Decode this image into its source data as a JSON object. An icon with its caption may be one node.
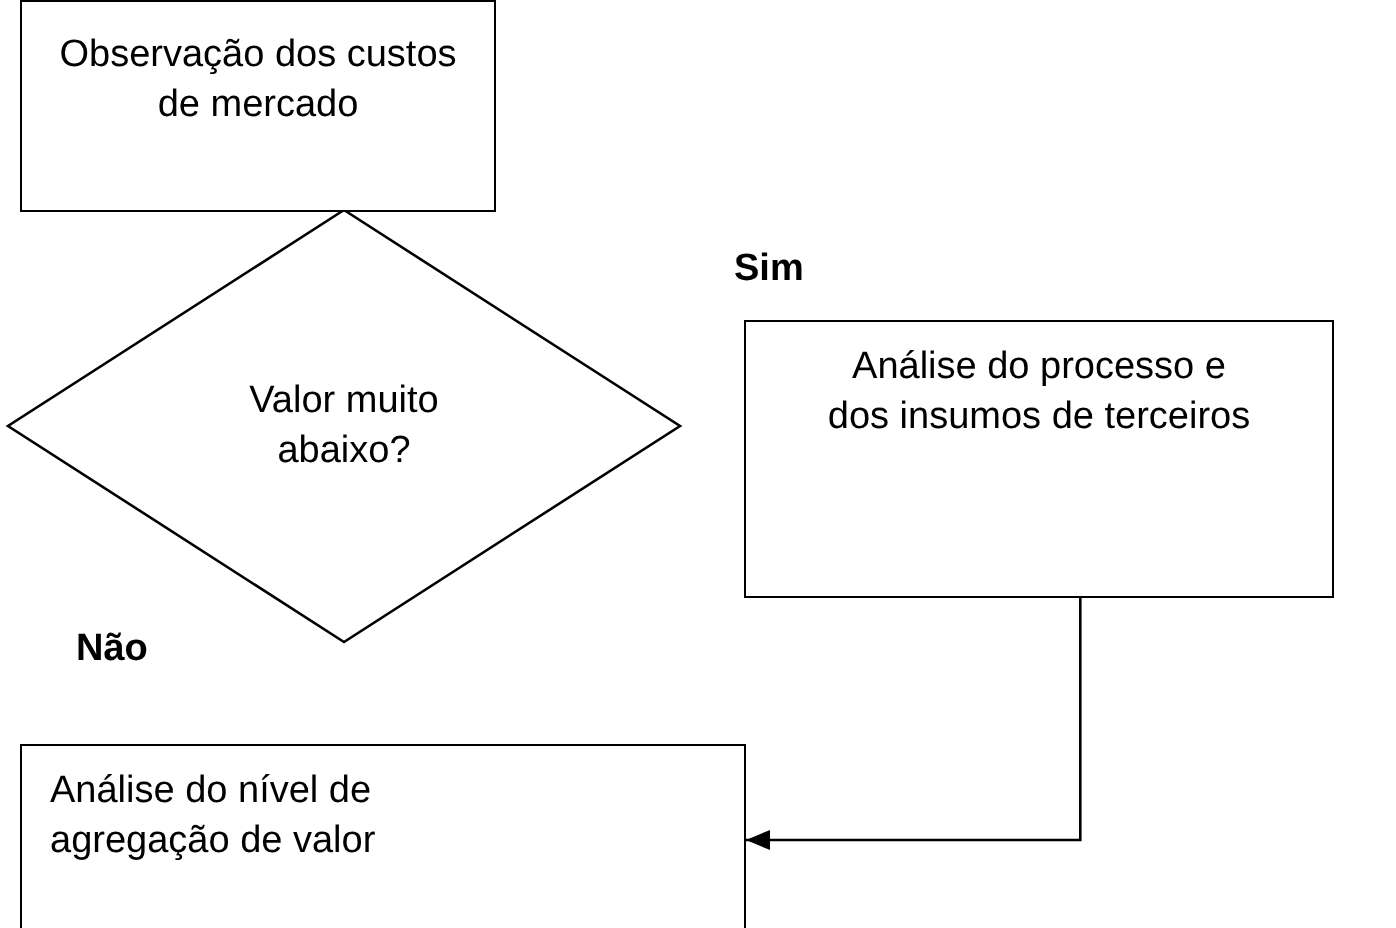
{
  "diagram": {
    "nodes": [
      {
        "text": [
          "Observação dos custos de mercado"
        ]
      },
      {
        "text": [
          "Valor muito abaixo?"
        ]
      },
      {
        "text": [
          "Análise do processo e dos insumos de terceiros"
        ]
      },
      {
        "text": [
          "Análise do nível de agregação de valor"
        ]
      }
    ],
    "edges": [
      {
        "from": 2,
        "to": 3,
        "arrow": "to"
      }
    ],
    "labels": [
      "Sim",
      "Não"
    ]
  }
}
